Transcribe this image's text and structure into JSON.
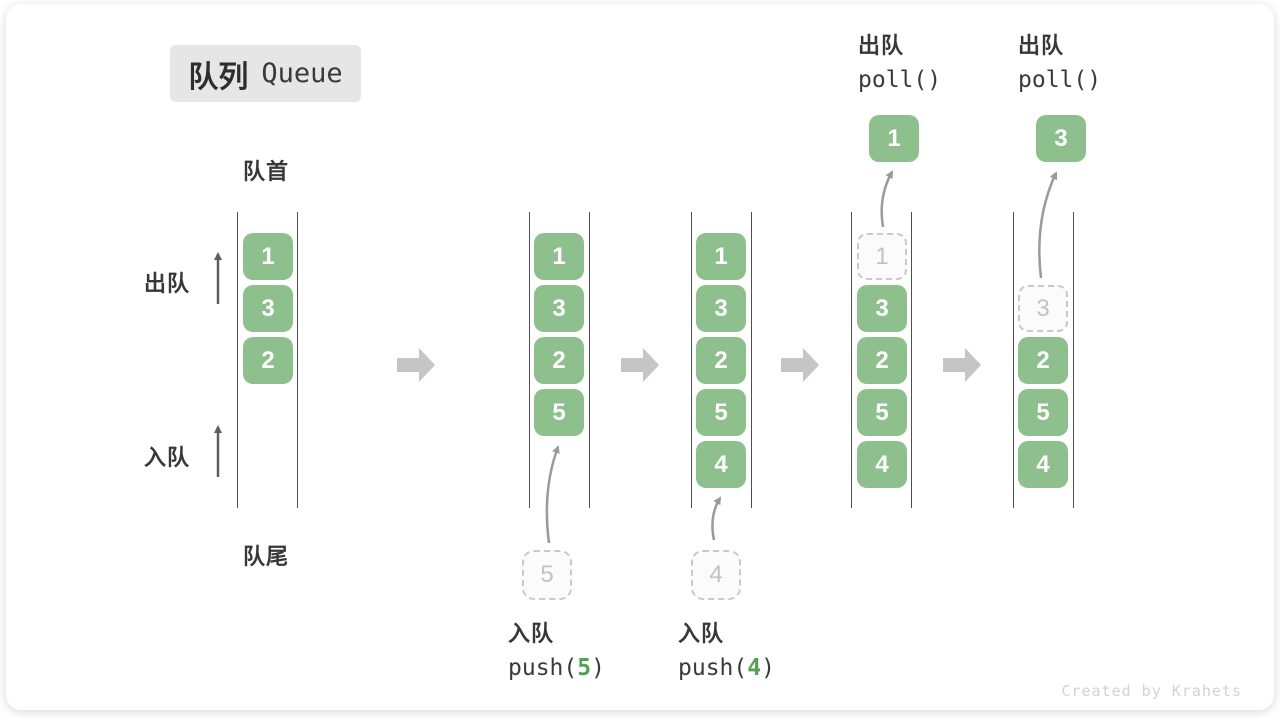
{
  "title": {
    "zh": "队列",
    "en": "Queue"
  },
  "labels": {
    "front": "队首",
    "rear": "队尾",
    "dequeue_side": "出队",
    "enqueue_side": "入队"
  },
  "ops": {
    "push5": {
      "label": "入队",
      "fn": "push(",
      "arg": "5",
      "close": ")"
    },
    "push4": {
      "label": "入队",
      "fn": "push(",
      "arg": "4",
      "close": ")"
    },
    "poll1": {
      "label": "出队",
      "code": "poll()"
    },
    "poll2": {
      "label": "出队",
      "code": "poll()"
    }
  },
  "states": [
    {
      "cells": [
        {
          "v": "1"
        },
        {
          "v": "3"
        },
        {
          "v": "2"
        }
      ]
    },
    {
      "cells": [
        {
          "v": "1"
        },
        {
          "v": "3"
        },
        {
          "v": "2"
        },
        {
          "v": "5"
        }
      ],
      "staged": "5"
    },
    {
      "cells": [
        {
          "v": "1"
        },
        {
          "v": "3"
        },
        {
          "v": "2"
        },
        {
          "v": "5"
        },
        {
          "v": "4"
        }
      ],
      "staged": "4"
    },
    {
      "cells": [
        {
          "v": "1"
        },
        {
          "v": "3"
        },
        {
          "v": "2"
        },
        {
          "v": "5"
        },
        {
          "v": "4"
        }
      ],
      "polled": "1"
    },
    {
      "cells": [
        {
          "v": "3"
        },
        {
          "v": "2"
        },
        {
          "v": "5"
        },
        {
          "v": "4"
        }
      ],
      "polled": "3"
    }
  ],
  "watermark": "Created by Krahets",
  "colors": {
    "cell_green": "#8ec08e",
    "accent_green": "#55a055",
    "ghost_grey": "#c6c6c6",
    "flow_arrow_grey": "#c5c5c5",
    "text_dark": "#3a3a3a"
  }
}
